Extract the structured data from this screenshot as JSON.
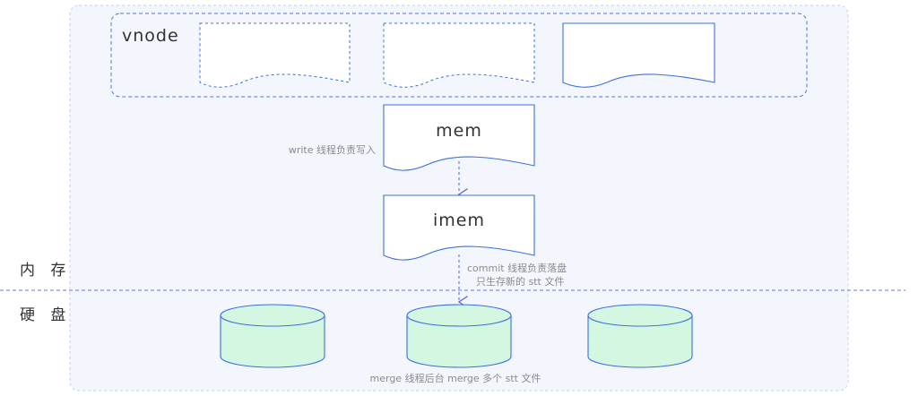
{
  "vnode": {
    "label": "vnode",
    "buffers": [
      {
        "style": "dashed"
      },
      {
        "style": "dashed"
      },
      {
        "style": "solid"
      }
    ]
  },
  "mem": {
    "label": "mem",
    "write_note": "write 线程负责写入"
  },
  "imem": {
    "label": "imem",
    "commit_note_line1": "commit 线程负责落盘",
    "commit_note_line2": "只生存新的 stt 文件"
  },
  "regions": {
    "memory_label": "内 存",
    "disk_label": "硬 盘"
  },
  "disk": {
    "files": [
      {
        "type": "stt"
      },
      {
        "type": "stt"
      },
      {
        "type": "stt"
      }
    ],
    "merge_note": "merge 线程后台  merge 多个 stt 文件"
  },
  "colors": {
    "outline_blue": "#3d6fe0",
    "panel_bg": "#f3f7fd",
    "panel_border": "#c4d2ea",
    "cylinder_fill": "#d3f7e1",
    "divider": "#5b78e6",
    "note_gray": "#8a8a8a"
  }
}
